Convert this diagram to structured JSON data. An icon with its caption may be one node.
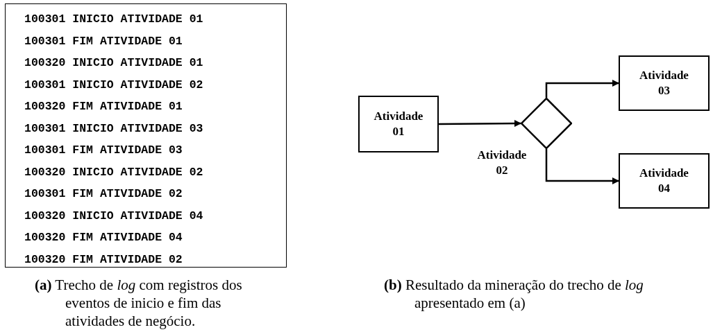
{
  "diagram": {
    "nodes": [
      {
        "text": [
          "100301 INICIO ATIVIDADE 01",
          "100301 FIM ATIVIDADE 01",
          "100320 INICIO ATIVIDADE 01",
          "100301 INICIO ATIVIDADE 02",
          "100320 FIM ATIVIDADE 01",
          "100301 INICIO ATIVIDADE 03",
          "100301 FIM ATIVIDADE 03",
          "100320 INICIO ATIVIDADE 02",
          "100301 FIM ATIVIDADE 02",
          "100320 INICIO ATIVIDADE 04",
          "100320 FIM ATIVIDADE 04",
          "100320 FIM ATIVIDADE 02"
        ]
      },
      {
        "text": [
          "Atividade 01"
        ]
      },
      {
        "text": [],
        "shape": "diamond",
        "beside": [
          "Atividade 02"
        ]
      },
      {
        "text": [
          "Atividade 03"
        ]
      },
      {
        "text": [
          "Atividade 04"
        ]
      }
    ],
    "edges": [
      {
        "from": 1,
        "to": 2,
        "arrow": "to"
      },
      {
        "from": 2,
        "to": 3,
        "arrow": "to"
      },
      {
        "from": 2,
        "to": 4,
        "arrow": "to"
      }
    ],
    "labels": [
      "**(a)** Trecho de *log* com registros dos eventos de inicio e fim das atividades de negócio.",
      "**(b)** Resultado da mineração do trecho de *log* apresentado em (a)"
    ]
  }
}
